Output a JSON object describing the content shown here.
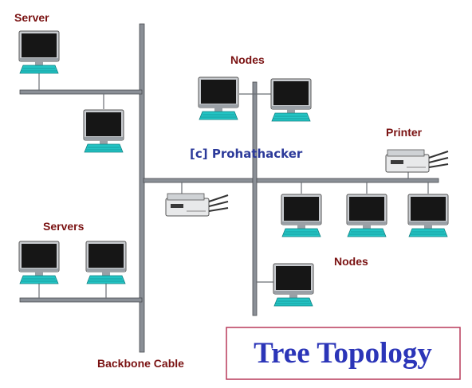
{
  "labels": {
    "server": "Server",
    "nodes_top": "Nodes",
    "printer": "Printer",
    "servers": "Servers",
    "nodes_bottom": "Nodes",
    "backbone": "Backbone Cable",
    "watermark": "[c] Prohathacker",
    "title": "Tree Topology"
  },
  "icons": {
    "computer": "computer-icon",
    "printer": "printer-icon"
  },
  "colors": {
    "label": "#7a1212",
    "watermark": "#2c3a9a",
    "title": "#2b35b8",
    "title_border": "#b83a5a",
    "cable": "#8a8f96",
    "screen": "#1a1a1a",
    "keyboard": "#23c4c4"
  }
}
